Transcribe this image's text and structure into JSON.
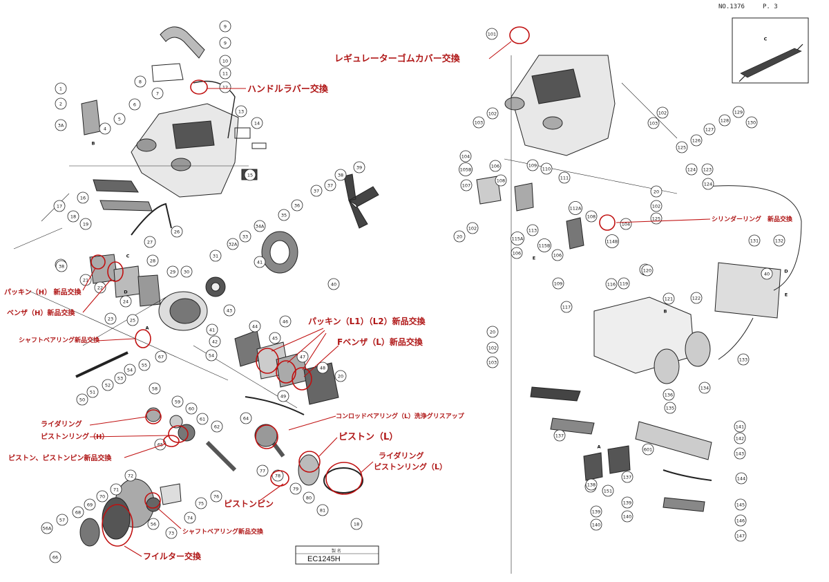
{
  "header": {
    "doc_no": "NO.1376",
    "page": "P. 3"
  },
  "model_label": "EC1245H",
  "model_box_caption": "製 名",
  "callouts": [
    "ハンドルラバー交換",
    "パッキン（H） 新品交換",
    "ベンザ（H）新品交換",
    "シャフトベアリング新品交換",
    "パッキン（L1）（L2）新品交換",
    "Fベンザ（L）新品交換",
    "コンロッドベアリング（L）洗浄グリスアップ",
    "ライダリング",
    "ピストンリング（H）",
    "ピストン、ピストンピン新品交換",
    "ピストン（L）",
    "ライダリング",
    "ピストンリング（L）",
    "ピストンピン",
    "シャフトベアリング新品交換",
    "フイルター交換",
    "レギュレーターゴムカバー交換",
    "シリンダーリング　新品交換"
  ],
  "part_numbers_left": [
    "1",
    "2",
    "3A",
    "4",
    "5",
    "6",
    "7",
    "8",
    "9",
    "9",
    "10",
    "11",
    "12",
    "13",
    "14",
    "15",
    "16",
    "17",
    "18",
    "19",
    "20",
    "21",
    "22",
    "23",
    "24",
    "25",
    "26",
    "27",
    "28",
    "29",
    "30",
    "31",
    "32A",
    "33",
    "34A",
    "35",
    "36",
    "37",
    "37",
    "38",
    "39",
    "40",
    "41",
    "42",
    "43",
    "44",
    "45",
    "46",
    "47",
    "48",
    "49",
    "50",
    "51",
    "52",
    "53",
    "54",
    "55",
    "56A",
    "57",
    "58",
    "59",
    "60",
    "61",
    "62",
    "64",
    "65",
    "66",
    "67",
    "68",
    "69",
    "70",
    "71",
    "72",
    "73",
    "74",
    "75",
    "76",
    "77",
    "78",
    "79",
    "80",
    "81",
    "18",
    "20",
    "38",
    "41",
    "54",
    "56",
    "A",
    "B",
    "C",
    "D"
  ],
  "part_numbers_right": [
    "101",
    "102",
    "103",
    "104",
    "105B",
    "106",
    "107",
    "20",
    "102",
    "108",
    "109",
    "110",
    "111",
    "112A",
    "113",
    "115B",
    "115A",
    "E",
    "106",
    "106",
    "109",
    "108",
    "114B",
    "104",
    "116",
    "117",
    "118",
    "119",
    "120",
    "121",
    "122",
    "123",
    "124",
    "124",
    "125",
    "126",
    "127",
    "128",
    "129",
    "130",
    "131",
    "132",
    "40",
    "133",
    "134",
    "135",
    "136",
    "137",
    "138",
    "139",
    "140",
    "141",
    "142",
    "143",
    "144",
    "145",
    "146",
    "147",
    "137",
    "138",
    "151",
    "139",
    "140",
    "102",
    "103",
    "20",
    "102",
    "125",
    "20",
    "102",
    "103",
    "601",
    "A",
    "C",
    "D",
    "E",
    "B"
  ]
}
